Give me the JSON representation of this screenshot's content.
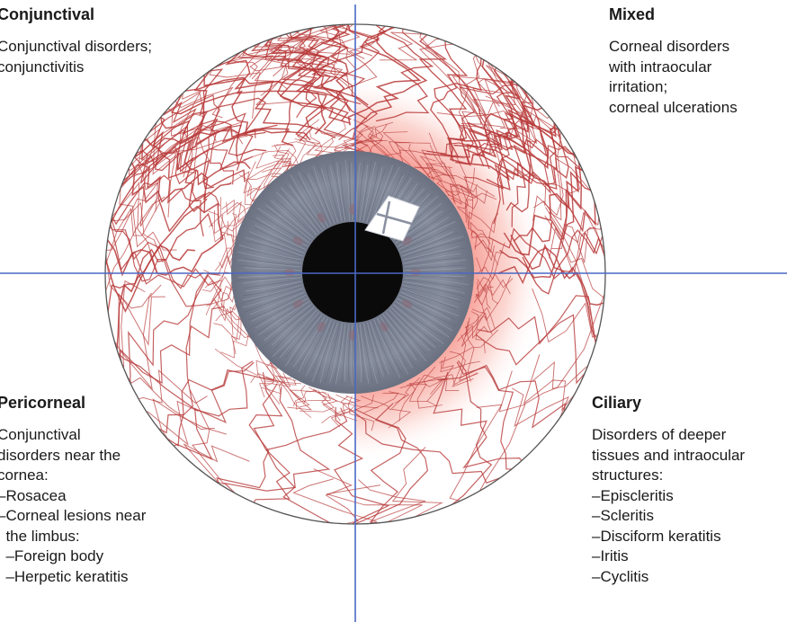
{
  "colors": {
    "axis": "#4a68c4",
    "vessel": "#b83a3a",
    "flush": "#f26a5e",
    "iris": "#7d8494",
    "pupil": "#0a0a0a",
    "outline": "#555555"
  },
  "quadrants": {
    "conjunctival": {
      "title": "Conjunctival",
      "lines": [
        "Conjunctival disorders;",
        "conjunctivitis"
      ]
    },
    "mixed": {
      "title": "Mixed",
      "lines": [
        "Corneal disorders",
        "with intraocular",
        "irritation;",
        "corneal ulcerations"
      ]
    },
    "pericorneal": {
      "title": "Pericorneal",
      "lines": [
        "Conjunctival",
        "disorders near the",
        "cornea:",
        "–Rosacea",
        "–Corneal lesions near",
        "  the limbus:",
        "  –Foreign body",
        "  –Herpetic keratitis"
      ]
    },
    "ciliary": {
      "title": "Ciliary",
      "lines": [
        "Disorders of deeper",
        "tissues and intraocular",
        "structures:",
        "–Episcleritis",
        "–Scleritis",
        "–Disciform keratitis",
        "–Iritis",
        "–Cyclitis"
      ]
    }
  }
}
